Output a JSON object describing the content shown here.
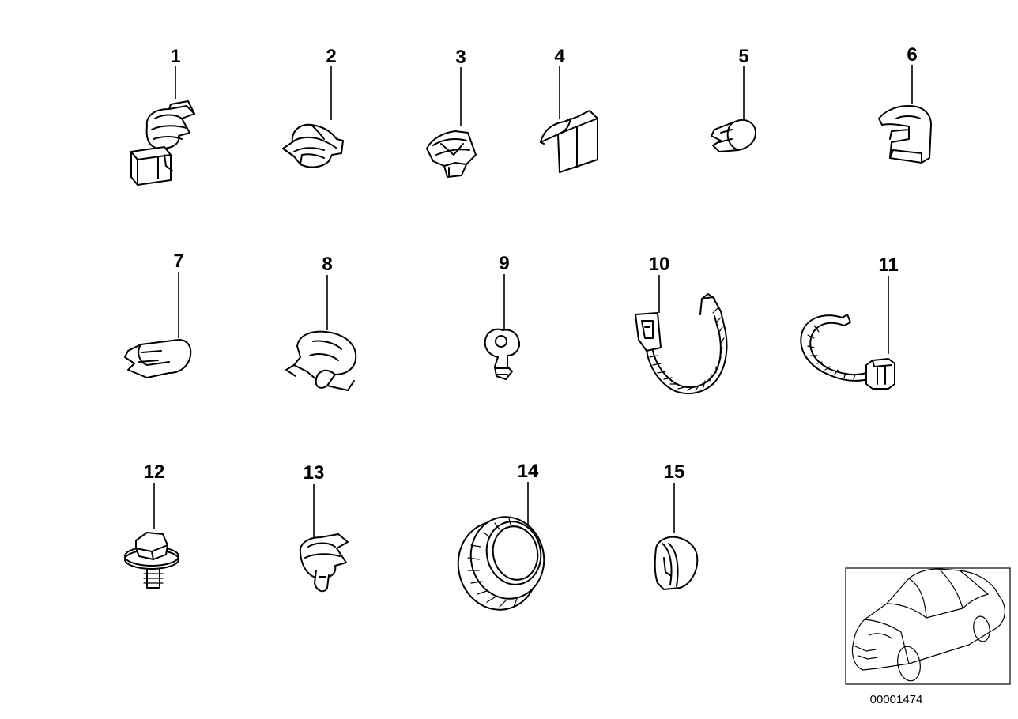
{
  "diagram": {
    "document_number": "00001474",
    "parts": [
      {
        "number": "1"
      },
      {
        "number": "2"
      },
      {
        "number": "3"
      },
      {
        "number": "4"
      },
      {
        "number": "5"
      },
      {
        "number": "6"
      },
      {
        "number": "7"
      },
      {
        "number": "8"
      },
      {
        "number": "9"
      },
      {
        "number": "10"
      },
      {
        "number": "11"
      },
      {
        "number": "12"
      },
      {
        "number": "13"
      },
      {
        "number": "14"
      },
      {
        "number": "15"
      }
    ]
  }
}
